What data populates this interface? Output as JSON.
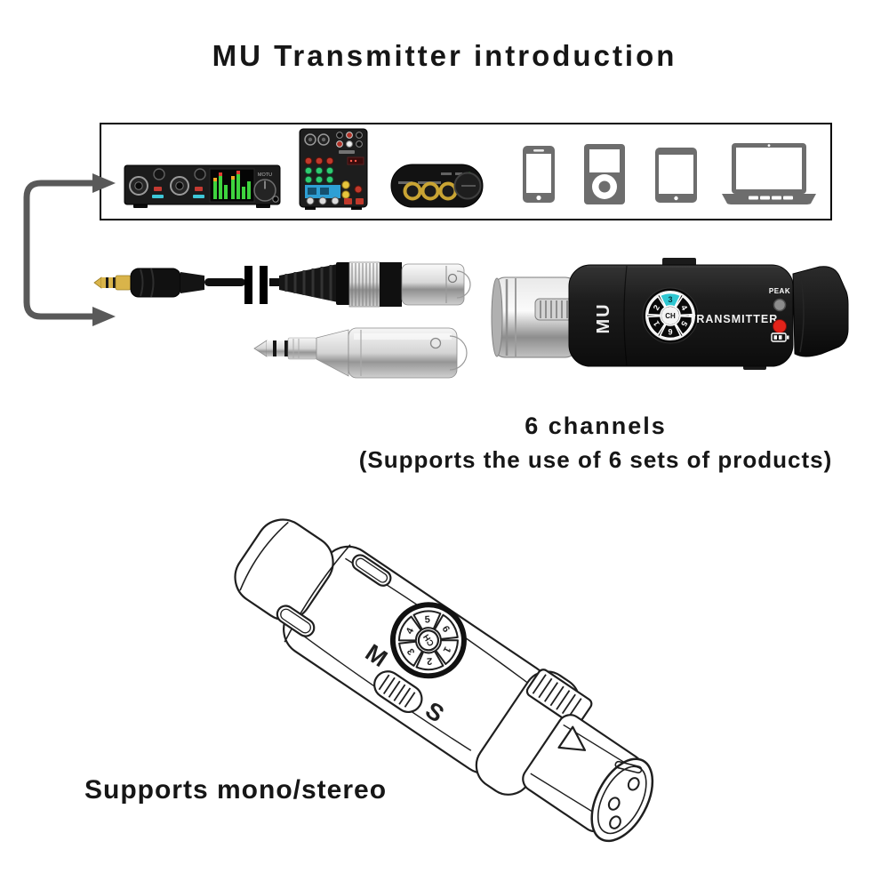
{
  "title": "MU Transmitter introduction",
  "colors": {
    "accent_cyan": "#2fc7d2",
    "led_red": "#e2231a",
    "led_gray": "#8c8c8c",
    "meter_green": "#3ed43e",
    "meter_red": "#e03c31",
    "meter_amber": "#f5a623",
    "gold": "#c9a433",
    "arrow_gray": "#595959",
    "device_icon_gray": "#6d6d6d"
  },
  "devices_box": {
    "items": [
      {
        "icon": "audio-interface-photo",
        "brand_label": "MOTU"
      },
      {
        "icon": "compact-mixer-photo"
      },
      {
        "icon": "headphone-amp-photo"
      },
      {
        "icon": "smartphone-icon"
      },
      {
        "icon": "media-player-icon"
      },
      {
        "icon": "tablet-icon"
      },
      {
        "icon": "laptop-icon"
      }
    ]
  },
  "transmitter": {
    "model_label": "MU",
    "device_label": "TRANSMITTER",
    "peak_label": "PEAK",
    "dial": {
      "center_label": "CH",
      "channels": [
        "1",
        "2",
        "3",
        "4",
        "5",
        "6"
      ],
      "active_channel": "3"
    }
  },
  "line_drawing": {
    "mono_label": "M",
    "stereo_label": "S",
    "dial_center_label": "CH",
    "channels": [
      "1",
      "2",
      "3",
      "4",
      "5",
      "6"
    ]
  },
  "captions": {
    "channels_title": "6 channels",
    "channels_subtitle": "(Supports the use of 6 sets of products)",
    "mono_stereo": "Supports mono/stereo"
  }
}
